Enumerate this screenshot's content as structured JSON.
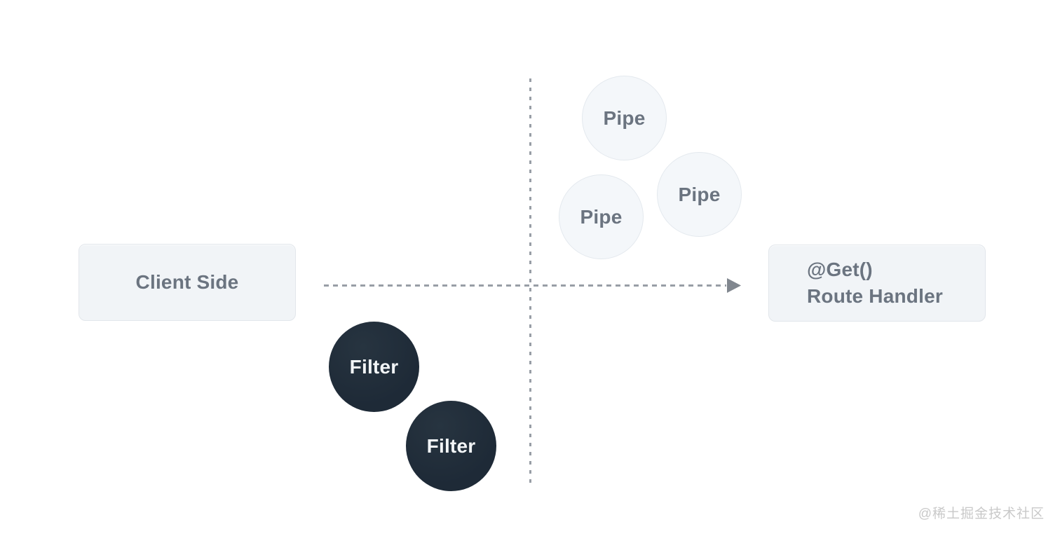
{
  "diagram": {
    "client_box": {
      "label": "Client Side"
    },
    "route_handler_box": {
      "line1": "@Get()",
      "line2": "Route Handler"
    },
    "pipes": [
      {
        "label": "Pipe"
      },
      {
        "label": "Pipe"
      },
      {
        "label": "Pipe"
      }
    ],
    "filters": [
      {
        "label": "Filter"
      },
      {
        "label": "Filter"
      }
    ]
  },
  "watermark": {
    "text": "@稀土掘金技术社区"
  },
  "colors": {
    "background": "#ffffff",
    "box-fill": "#f1f4f7",
    "box-border": "#e2e6eb",
    "box-text": "#6b7480",
    "pipe-fill": "#f4f7fa",
    "pipe-border": "#e4e9ee",
    "pipe-text": "#6b7480",
    "filter-fill": "#1e2a37",
    "filter-text": "#f2f5f7",
    "dash": "#989ea6",
    "arrowhead": "#81878f",
    "watermark": "#c9c9c9"
  }
}
